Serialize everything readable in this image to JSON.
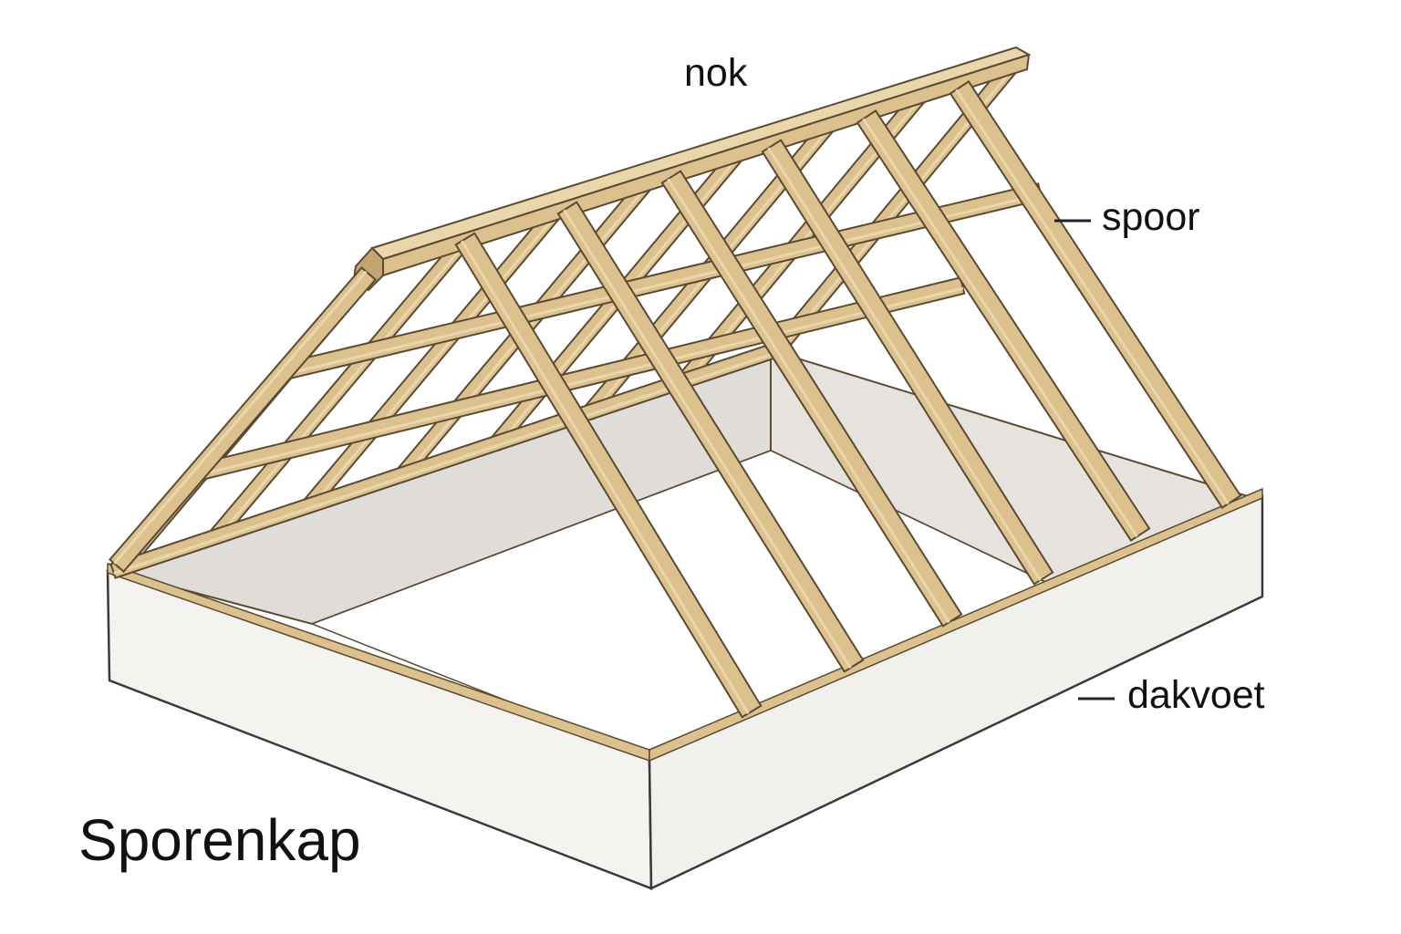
{
  "diagram": {
    "title": "Sporenkap",
    "labels": {
      "ridge": "nok",
      "rafter": "spoor",
      "eaves": "dakvoet"
    },
    "colors": {
      "wood": "#dcc18f",
      "wood_light": "#ead6ab",
      "wood_dark": "#c3a571",
      "outline": "#5a4a33",
      "wall_outer": "#f4f3f0",
      "wall_inner": "#e0ddd8",
      "line": "#222222"
    }
  }
}
